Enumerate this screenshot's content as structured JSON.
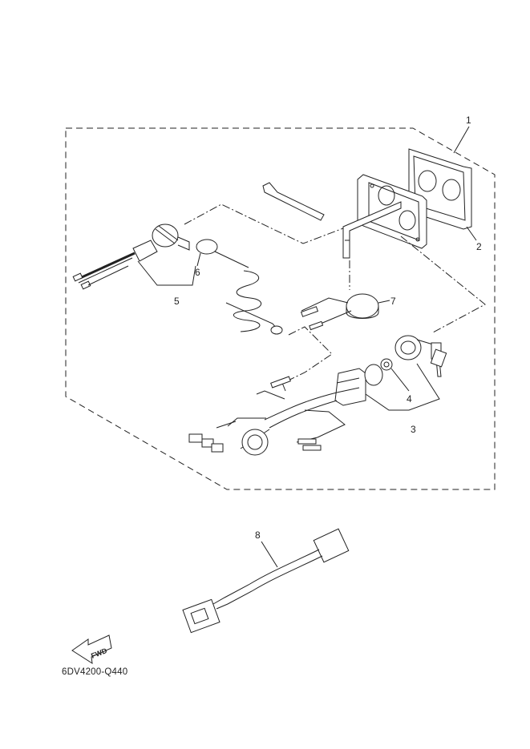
{
  "diagram_code": "6DV4200-Q440",
  "fwd_label": "FWD",
  "callouts": [
    {
      "id": "1",
      "label": "1"
    },
    {
      "id": "2",
      "label": "2"
    },
    {
      "id": "3",
      "label": "3"
    },
    {
      "id": "4",
      "label": "4"
    },
    {
      "id": "5",
      "label": "5"
    },
    {
      "id": "6",
      "label": "6"
    },
    {
      "id": "7",
      "label": "7"
    },
    {
      "id": "8",
      "label": "8"
    }
  ],
  "colors": {
    "line": "#222222",
    "background": "#ffffff"
  }
}
